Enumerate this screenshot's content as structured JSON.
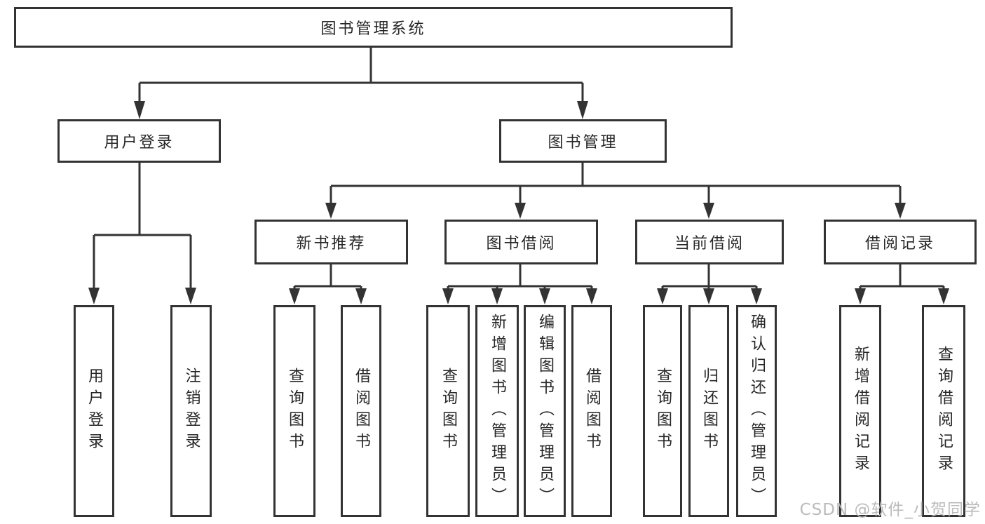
{
  "diagram_title": "图书管理系统",
  "colors": {
    "line": "#333333",
    "border": "#333333",
    "text": "#262626",
    "watermark": "#b8b8b8",
    "background": "#ffffff"
  },
  "tree": {
    "label": "图书管理系统",
    "children": [
      {
        "label": "用户登录",
        "children": [
          {
            "label": "用户登录"
          },
          {
            "label": "注销登录"
          }
        ]
      },
      {
        "label": "图书管理",
        "children": [
          {
            "label": "新书推荐",
            "children": [
              {
                "label": "查询图书"
              },
              {
                "label": "借阅图书"
              }
            ]
          },
          {
            "label": "图书借阅",
            "children": [
              {
                "label": "查询图书"
              },
              {
                "label": "新增图书（管理员）"
              },
              {
                "label": "编辑图书（管理员）"
              },
              {
                "label": "借阅图书"
              }
            ]
          },
          {
            "label": "当前借阅",
            "children": [
              {
                "label": "查询图书"
              },
              {
                "label": "归还图书"
              },
              {
                "label": "确认归还（管理员）"
              }
            ]
          },
          {
            "label": "借阅记录",
            "children": [
              {
                "label": "新增借阅记录"
              },
              {
                "label": "查询借阅记录"
              }
            ]
          }
        ]
      }
    ]
  },
  "watermark": {
    "text": "CSDN @软件_小贺同学"
  }
}
